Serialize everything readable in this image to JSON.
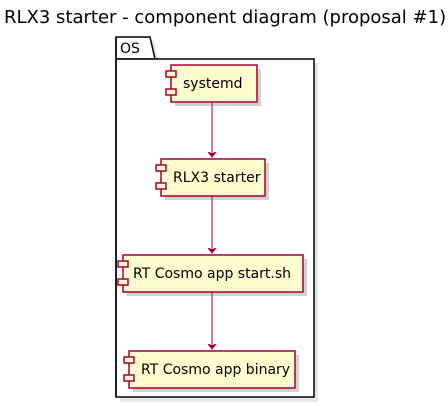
{
  "title": "RLX3 starter - component diagram (proposal #1)",
  "package": {
    "name": "OS"
  },
  "components": [
    {
      "id": "systemd",
      "label": "systemd"
    },
    {
      "id": "rlx3-starter",
      "label": "RLX3 starter"
    },
    {
      "id": "rt-cosmo-start-sh",
      "label": "RT Cosmo app start.sh"
    },
    {
      "id": "rt-cosmo-binary",
      "label": "RT Cosmo app binary"
    }
  ],
  "links": [
    {
      "from": "systemd",
      "to": "rlx3-starter"
    },
    {
      "from": "rlx3-starter",
      "to": "rt-cosmo-start-sh"
    },
    {
      "from": "rt-cosmo-start-sh",
      "to": "rt-cosmo-binary"
    }
  ],
  "colors": {
    "component_fill": "#FEFECE",
    "component_border": "#A80036",
    "arrow": "#A80036",
    "package_border": "#000000",
    "shadow": "#bfbfbf"
  }
}
